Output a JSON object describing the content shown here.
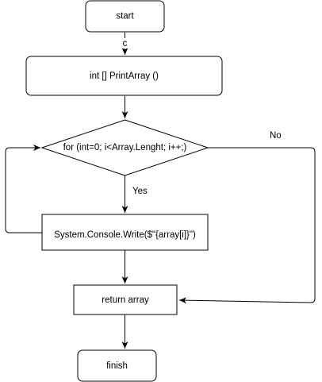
{
  "nodes": {
    "start": "start",
    "function": "int [] PrintArray ()",
    "loop": "for (int=0; i<Array.Lenght; i++;)",
    "write": "System.Console.Write($\"{array[i]}\")",
    "return": "return array",
    "finish": "finish"
  },
  "edges": {
    "start_to_function": "c",
    "loop_yes": "Yes",
    "loop_no": "No"
  }
}
